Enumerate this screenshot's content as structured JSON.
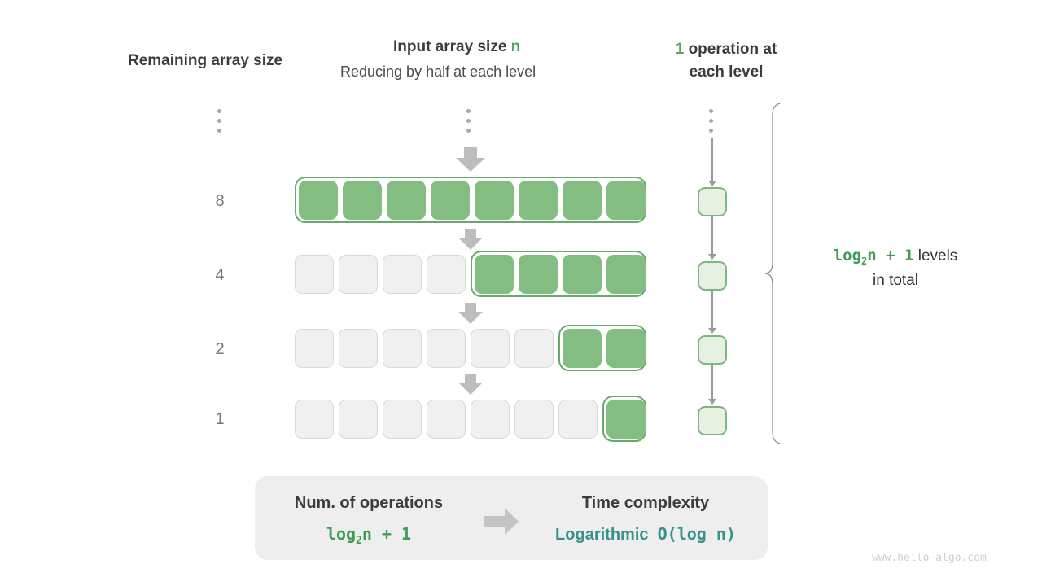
{
  "headers": {
    "remaining": "Remaining array size",
    "input_main": "Input array size",
    "input_var": "n",
    "input_sub": "Reducing by half at each level",
    "ops_count": "1",
    "ops_rest": "operation at",
    "ops_line2": "each level"
  },
  "levels": [
    {
      "size_label": "8",
      "total_cells": 8,
      "filled_cells": 8,
      "filled_start": 0
    },
    {
      "size_label": "4",
      "total_cells": 8,
      "filled_cells": 4,
      "filled_start": 4
    },
    {
      "size_label": "2",
      "total_cells": 8,
      "filled_cells": 2,
      "filled_start": 6
    },
    {
      "size_label": "1",
      "total_cells": 8,
      "filled_cells": 1,
      "filled_start": 7
    }
  ],
  "operations_per_level": "1",
  "note": {
    "formula_prefix": "log",
    "formula_sub": "2",
    "formula_suffix": "n + 1",
    "text": "levels",
    "text2": "in total"
  },
  "summary": {
    "left_title": "Num. of operations",
    "left_formula_prefix": "log",
    "left_formula_sub": "2",
    "left_formula_suffix": "n + 1",
    "right_title": "Time complexity",
    "right_word": "Logarithmic",
    "right_notation": "O(log n)"
  },
  "watermark": "www.hello-algo.com",
  "colors": {
    "accent_green": "#5aa469",
    "cell_green": "#84bd82",
    "group_border": "#6aa96c",
    "op_box_fill": "#e6f1e3",
    "op_box_border": "#7cb87c",
    "empty_cell": "#f0f0f0",
    "empty_border": "#d8d8d8",
    "arrow_grey": "#bdbdbd",
    "teal": "#3a9188",
    "formula_green": "#3f9d53",
    "summary_bg": "#eeeeee",
    "label_grey": "#777777",
    "watermark_grey": "#cfcfcf"
  }
}
